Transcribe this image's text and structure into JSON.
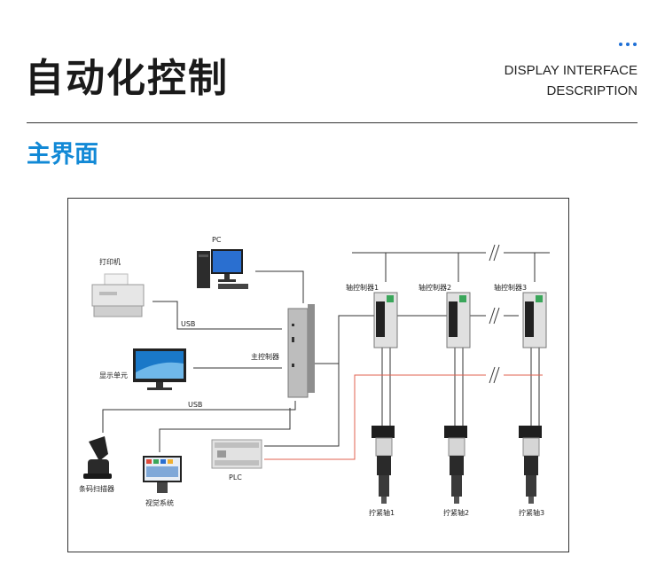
{
  "header": {
    "title": "自动化控制",
    "subtitle_line1": "DISPLAY INTERFACE",
    "subtitle_line2": "DESCRIPTION"
  },
  "section_title": "主界面",
  "diagram": {
    "pc": "PC",
    "printer": "打印机",
    "display_unit": "显示单元",
    "scanner": "条码扫描器",
    "vision": "视觉系统",
    "plc": "PLC",
    "main_controller": "主控制器",
    "usb_top": "USB",
    "usb_bottom": "USB",
    "axis_controller_1": "轴控制器1",
    "axis_controller_2": "轴控制器2",
    "axis_controller_3": "轴控制器3",
    "tightening_axis_1": "拧紧轴1",
    "tightening_axis_2": "拧紧轴2",
    "tightening_axis_3": "拧紧轴3"
  },
  "colors": {
    "accent_blue": "#1289d6",
    "red_line": "#e0614f"
  }
}
